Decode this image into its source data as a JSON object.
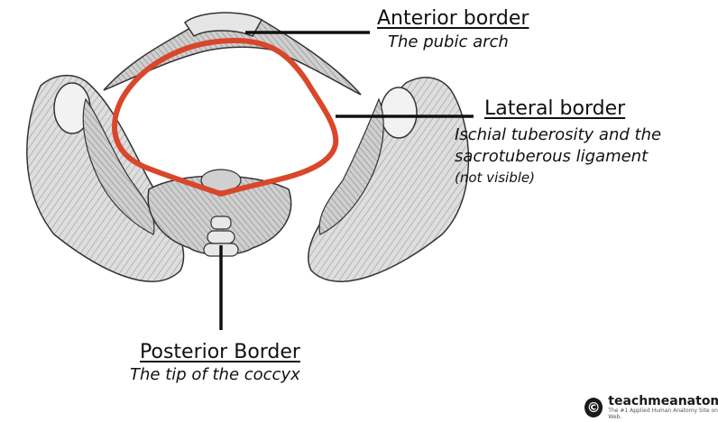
{
  "anterior": {
    "title": "Anterior border",
    "subtitle": "The pubic arch"
  },
  "lateral": {
    "title": "Lateral border",
    "line1": "Ischial tuberosity and the",
    "line2": "sacrotuberous ligament",
    "line3": "(not visible)"
  },
  "posterior": {
    "title": "Posterior Border",
    "subtitle": "The tip of the coccyx"
  },
  "logo": {
    "name": "teachmeanatomy",
    "tagline": "The #1 Applied Human Anatomy Site on the Web.",
    "icon": "copyright-icon"
  },
  "colors": {
    "outline": "#d9472b",
    "bone": "#dcdcdc",
    "ink": "#111111"
  }
}
